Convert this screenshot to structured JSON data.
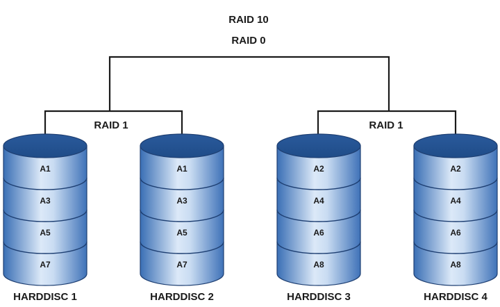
{
  "diagram": {
    "title": "RAID 10",
    "subtitle": "RAID 0",
    "groups": [
      {
        "label": "RAID 1"
      },
      {
        "label": "RAID 1"
      }
    ],
    "disks": [
      {
        "name": "HARDDISC 1",
        "blocks": [
          "A1",
          "A3",
          "A5",
          "A7"
        ]
      },
      {
        "name": "HARDDISC 2",
        "blocks": [
          "A1",
          "A3",
          "A5",
          "A7"
        ]
      },
      {
        "name": "HARDDISC 3",
        "blocks": [
          "A2",
          "A4",
          "A6",
          "A8"
        ]
      },
      {
        "name": "HARDDISC 4",
        "blocks": [
          "A2",
          "A4",
          "A6",
          "A8"
        ]
      }
    ],
    "colors": {
      "disk_top": "#2a5a9c",
      "disk_body_dark": "#3a6fb5",
      "disk_body_light": "#dce9f8",
      "line": "#1a1a1a",
      "divider": "#1e3f72"
    }
  }
}
